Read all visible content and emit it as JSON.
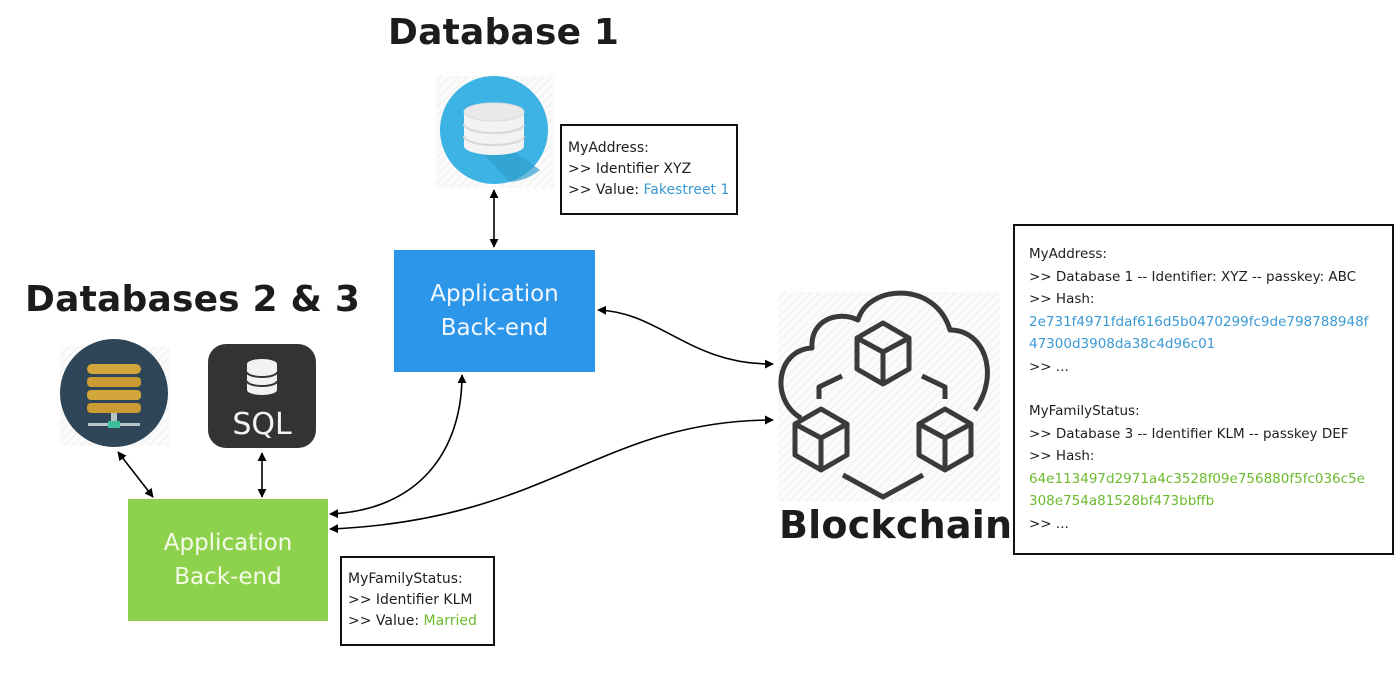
{
  "colors": {
    "blue_backend": "#2b96ea",
    "green_backend": "#8ed14d",
    "blue_text": "#3a9ad4",
    "green_text": "#6cba2e",
    "db1_circle": "#3db3e3",
    "db2_circle": "#2e4657",
    "sql_tile": "#333333"
  },
  "titles": {
    "database1": "Database 1",
    "databases23": "Databases 2 & 3",
    "blockchain": "Blockchain"
  },
  "icons": {
    "database1": "database-icon",
    "database2": "server-database-icon",
    "database3": "sql-database-icon",
    "sql_label": "SQL",
    "blockchain": "blockchain-cloud-icon"
  },
  "backends": {
    "blue": {
      "line1": "Application",
      "line2": "Back-end"
    },
    "green": {
      "line1": "Application",
      "line2": "Back-end"
    }
  },
  "db1_record": {
    "name": "MyAddress:",
    "identifier": ">> Identifier XYZ",
    "value_label": ">> Value: ",
    "value": "Fakestreet 1"
  },
  "db3_record": {
    "name": "MyFamilyStatus:",
    "identifier": ">> Identifier KLM",
    "value_label": ">> Value: ",
    "value": "Married"
  },
  "blockchain_record": {
    "entries": [
      {
        "name": "MyAddress:",
        "detail": ">> Database 1 -- Identifier: XYZ -- passkey: ABC",
        "hash_label": ">> Hash:",
        "hash_line1": "2e731f4971fdaf616d5b0470299fc9de798788948f",
        "hash_line2": "47300d3908da38c4d96c01",
        "more": ">> ..."
      },
      {
        "name": "MyFamilyStatus:",
        "detail": ">> Database 3 -- Identifier KLM -- passkey DEF",
        "hash_label": ">> Hash:",
        "hash_line1": "64e113497d2971a4c3528f09e756880f5fc036c5e",
        "hash_line2": "308e754a81528bf473bbffb",
        "more": ">> ..."
      }
    ]
  }
}
